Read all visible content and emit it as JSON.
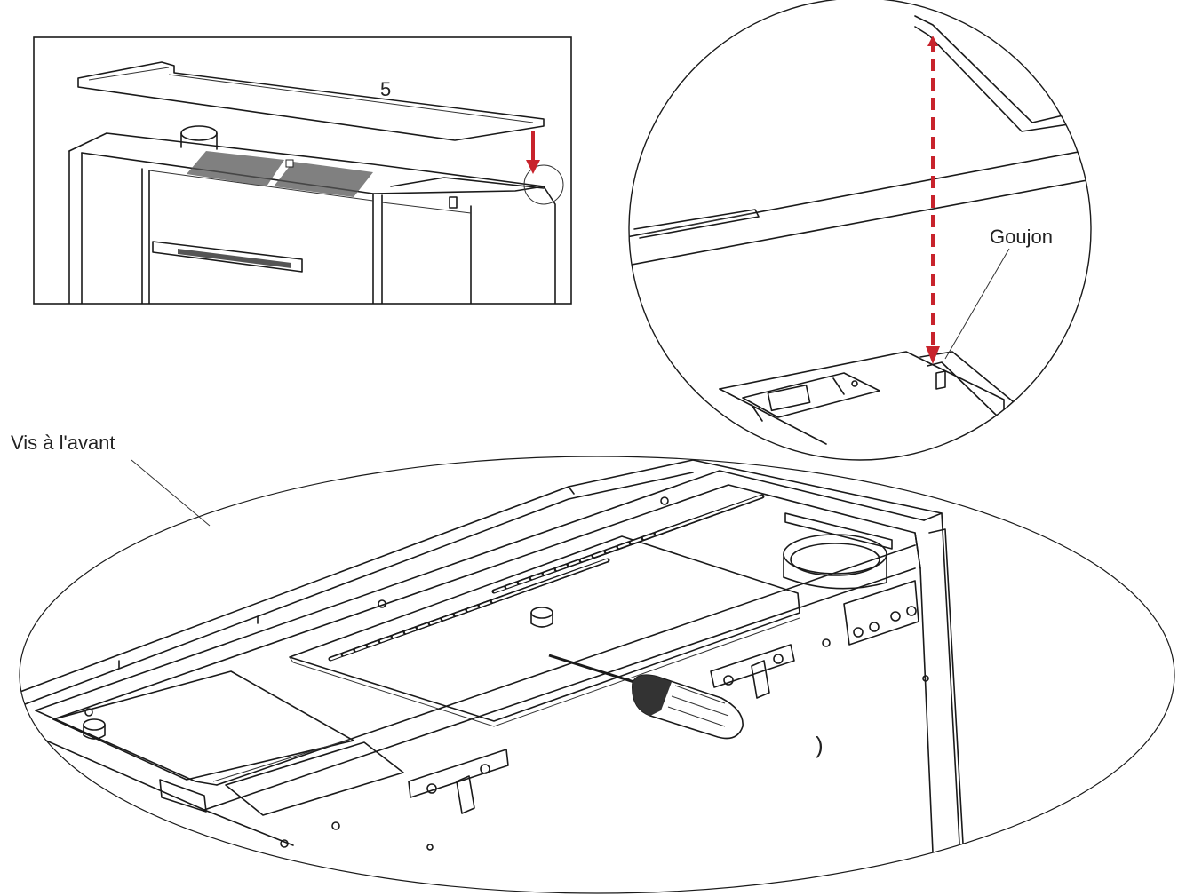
{
  "labels": {
    "step_number": "5",
    "stud_callout": "Goujon",
    "front_screw_callout": "Vis à l'avant",
    "panel_marker": ")"
  },
  "colors": {
    "arrow": "#c8232c",
    "line": "#1a1a1a",
    "background": "#ffffff"
  }
}
